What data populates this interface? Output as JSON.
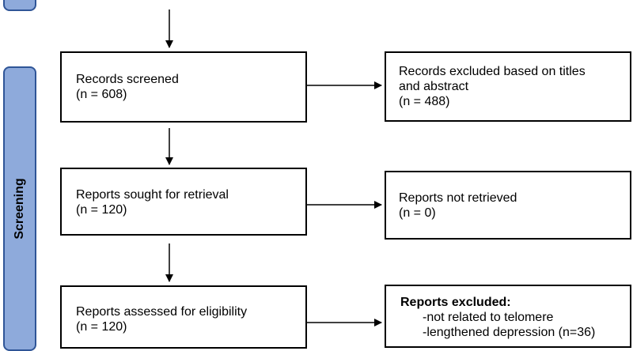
{
  "side_tabs": {
    "top": {
      "label": ""
    },
    "screening": {
      "label": "Screening"
    }
  },
  "boxes": {
    "records_screened": {
      "title": "Records screened",
      "count": "(n = 608)"
    },
    "records_excluded": {
      "line1": "Records excluded based on titles",
      "line2": "and abstract",
      "count": "(n = 488)"
    },
    "reports_sought": {
      "title": "Reports sought for retrieval",
      "count": "(n = 120)"
    },
    "reports_not_retrieved": {
      "title": "Reports not retrieved",
      "count": "(n = 0)"
    },
    "reports_assessed": {
      "title": "Reports assessed for eligibility",
      "count": "(n = 120)"
    },
    "reports_excluded": {
      "title": "Reports excluded:",
      "reason1": "-not related to telomere",
      "reason2": "-lengthened depression (n=36)"
    }
  },
  "colors": {
    "tab_fill": "#8eaadb",
    "tab_border": "#2f5597",
    "box_border": "#000000",
    "arrow": "#000000"
  }
}
